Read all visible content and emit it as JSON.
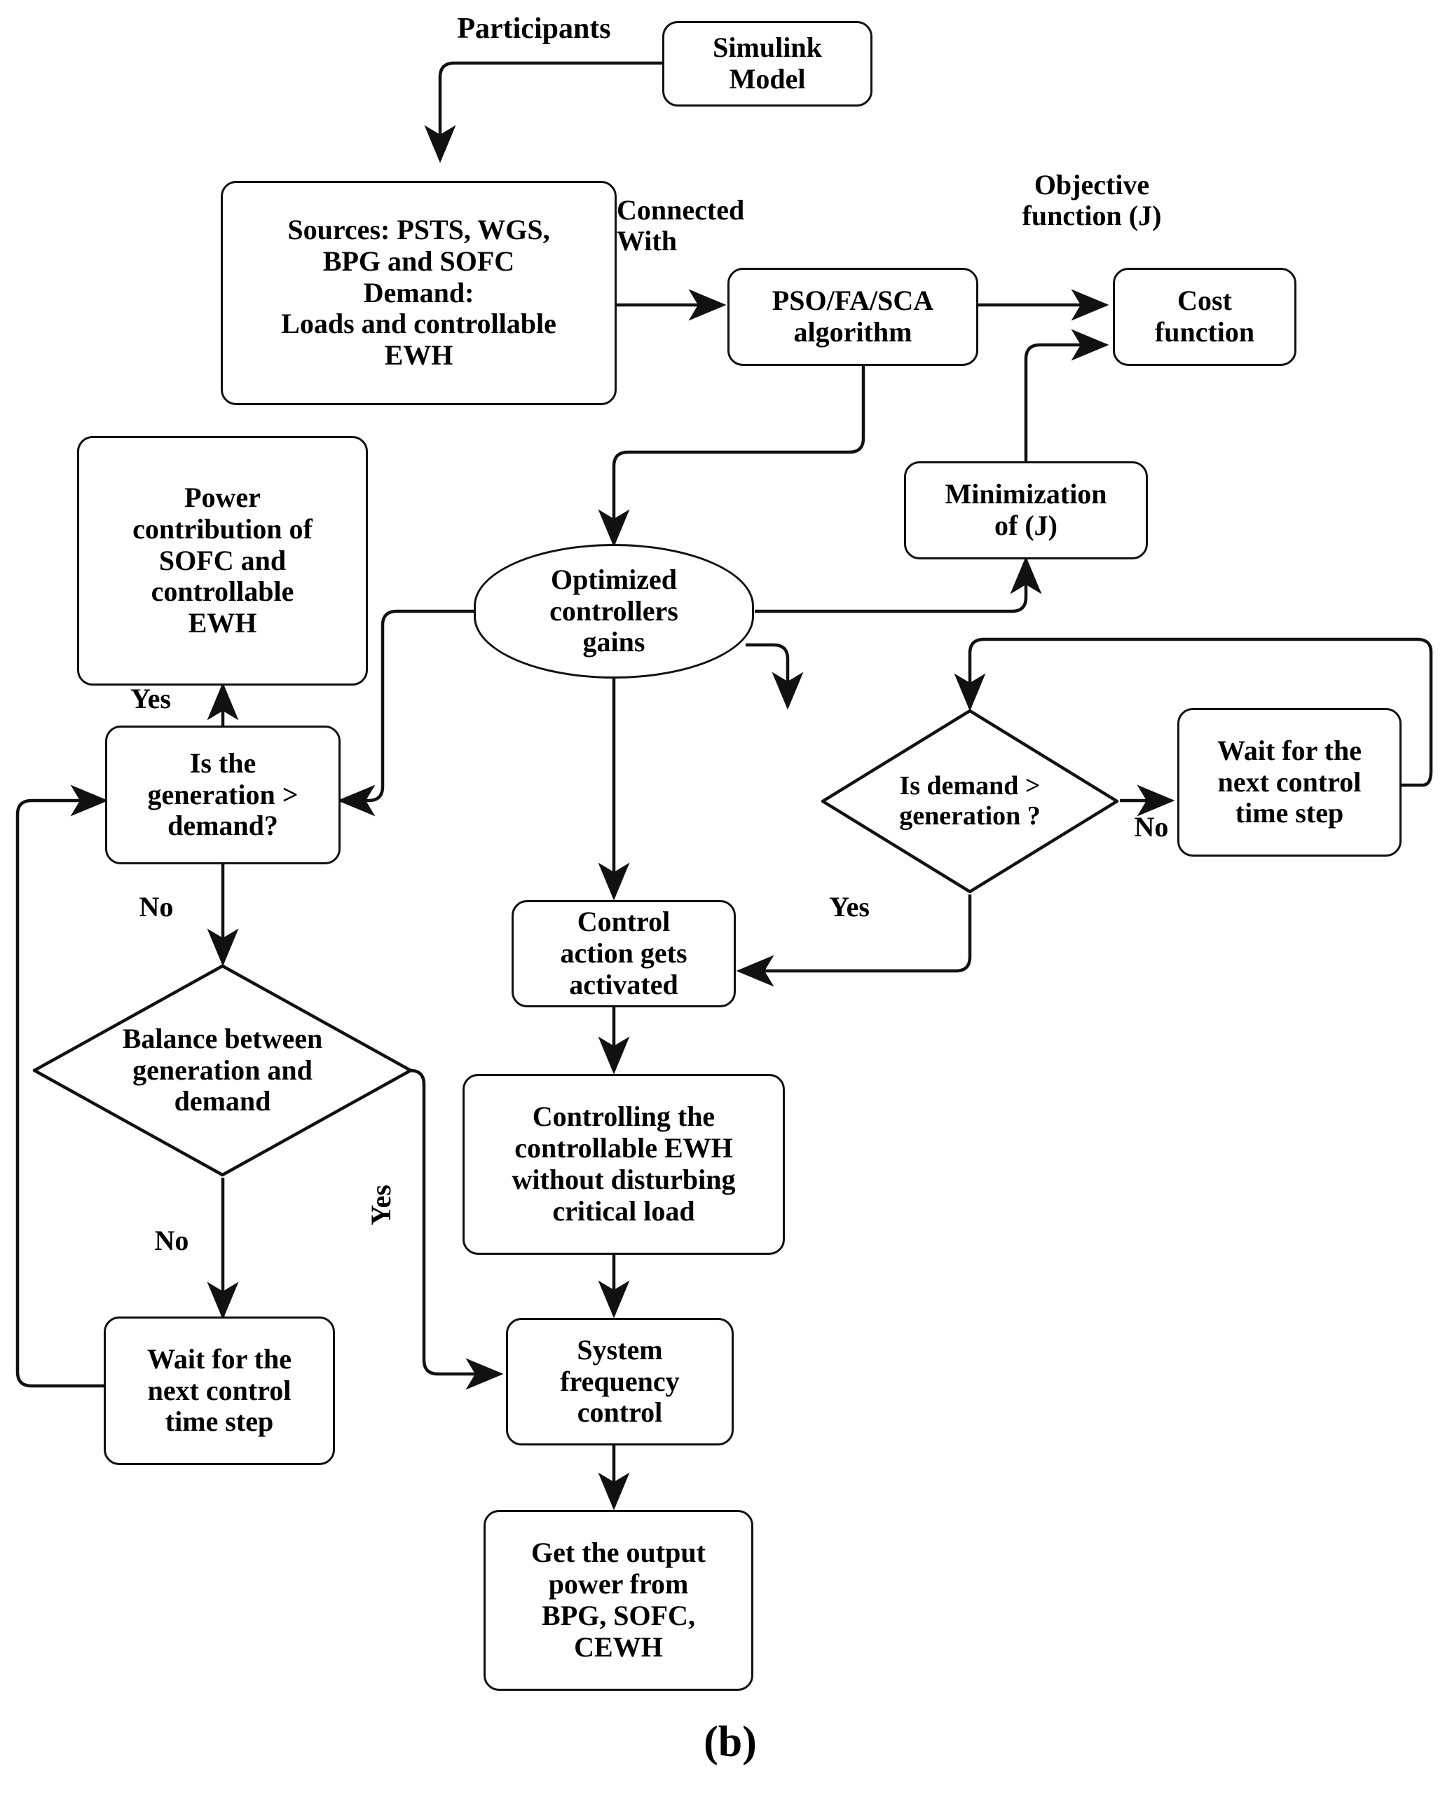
{
  "diagram": {
    "caption": "(b)",
    "title_note": "Participants",
    "nodes": {
      "simulink_model": "Simulink\nModel",
      "sources_demand": "Sources: PSTS, WGS,\nBPG and SOFC\nDemand:\nLoads and controllable\nEWH",
      "algorithm": "PSO/FA/SCA\nalgorithm",
      "cost_function": "Cost\nfunction",
      "minimization": "Minimization\nof (J)",
      "power_contribution": "Power\ncontribution of\nSOFC and\ncontrollable\nEWH",
      "optimized_gains": "Optimized\ncontrollers\ngains",
      "gen_gt_demand": "Is the\ngeneration >\ndemand?",
      "demand_gt_gen": "Is demand >\ngeneration ?",
      "wait_right": "Wait for the\nnext control\ntime step",
      "wait_left": "Wait for the\nnext control\ntime step",
      "balance": "Balance between\ngeneration and\ndemand",
      "control_action": "Control\naction gets\nactivated",
      "controlling_ewh": "Controlling the\ncontrollable EWH\nwithout disturbing\ncritical load",
      "system_freq": "System\nfrequency\ncontrol",
      "get_output": "Get the output\npower from\nBPG, SOFC,\nCEWH"
    },
    "edge_labels": {
      "participants": "Participants",
      "connected_with": "Connected\nWith",
      "objective_function": "Objective\nfunction (J)",
      "yes_power": "Yes",
      "no_balance": "No",
      "no_wait_left": "No",
      "yes_balance_branch": "Yes",
      "no_wait_right": "No",
      "yes_control_action": "Yes"
    },
    "colors": {
      "stroke": "#111111",
      "text": "#000000",
      "background": "#ffffff"
    }
  }
}
